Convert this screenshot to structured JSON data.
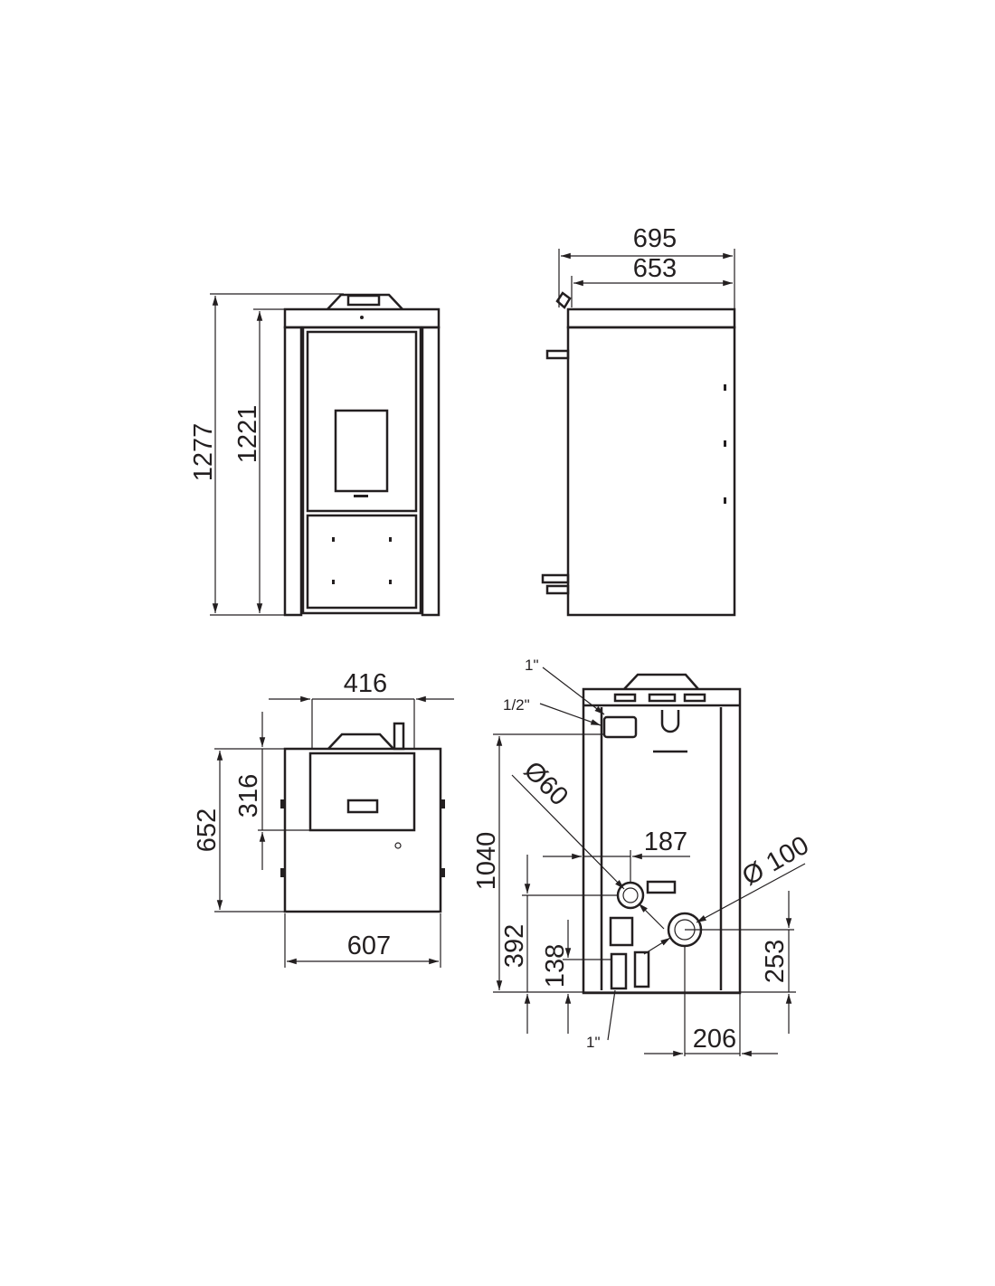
{
  "front_view": {
    "height_total": "1277",
    "height_body": "1221"
  },
  "side_view": {
    "depth_total": "695",
    "depth_body": "653"
  },
  "top_view": {
    "flue_offset": "416",
    "depth": "652",
    "flue_depth": "316",
    "width": "607"
  },
  "rear_view": {
    "fitting_top_1": "1\"",
    "fitting_top_2": "1/2\"",
    "fitting_bottom": "1\"",
    "flue_diameter_small": "Ø60",
    "flue_diameter_large": "Ø 100",
    "height_top_fitting": "1040",
    "height_small_flue": "392",
    "height_bottom_fitting": "138",
    "height_large_flue": "253",
    "offset_small_flue": "187",
    "offset_large_flue": "206"
  },
  "colors": {
    "line": "#231f20",
    "background": "#ffffff"
  }
}
